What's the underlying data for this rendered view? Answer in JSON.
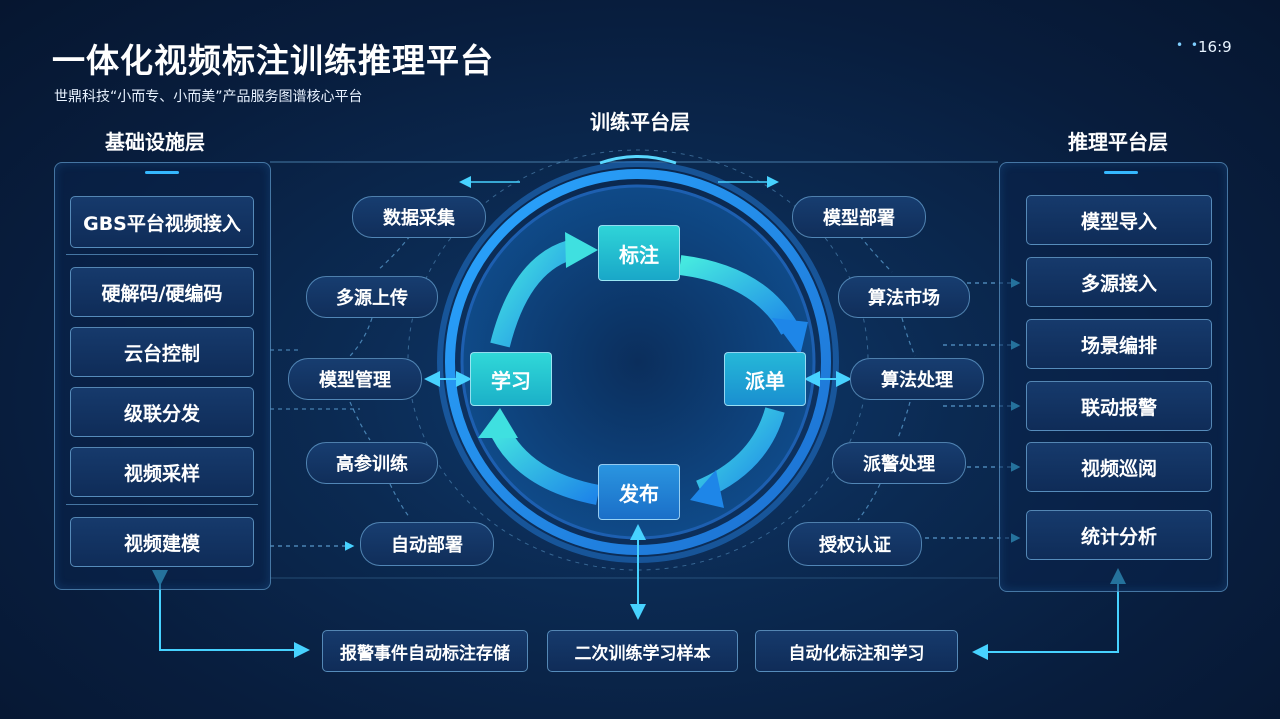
{
  "header": {
    "title": "一体化视频标注训练推理平台",
    "subtitle": "世鼎科技“小而专、小而美”产品服务图谱核心平台",
    "ratio": "16:9"
  },
  "left": {
    "title": "基础设施层",
    "items": [
      "GBS平台视频接入",
      "硬解码/硬编码",
      "云台控制",
      "级联分发",
      "视频采样",
      "视频建模"
    ]
  },
  "center": {
    "title": "训练平台层",
    "left_pills": [
      "数据采集",
      "多源上传",
      "模型管理",
      "高参训练",
      "自动部署"
    ],
    "right_pills": [
      "模型部署",
      "算法市场",
      "算法处理",
      "派警处理",
      "授权认证"
    ],
    "cycle": {
      "top": "标注",
      "right": "派单",
      "bottom": "发布",
      "left": "学习"
    }
  },
  "right": {
    "title": "推理平台层",
    "items": [
      "模型导入",
      "多源接入",
      "场景编排",
      "联动报警",
      "视频巡阅",
      "统计分析"
    ]
  },
  "bottom": {
    "items": [
      "报警事件自动标注存储",
      "二次训练学习样本",
      "自动化标注和学习"
    ]
  },
  "colors": {
    "accent": "#35b8ff",
    "cyan": "#34e0e0",
    "core_blue": "#1a8fd8",
    "background": "#0b2a52"
  }
}
